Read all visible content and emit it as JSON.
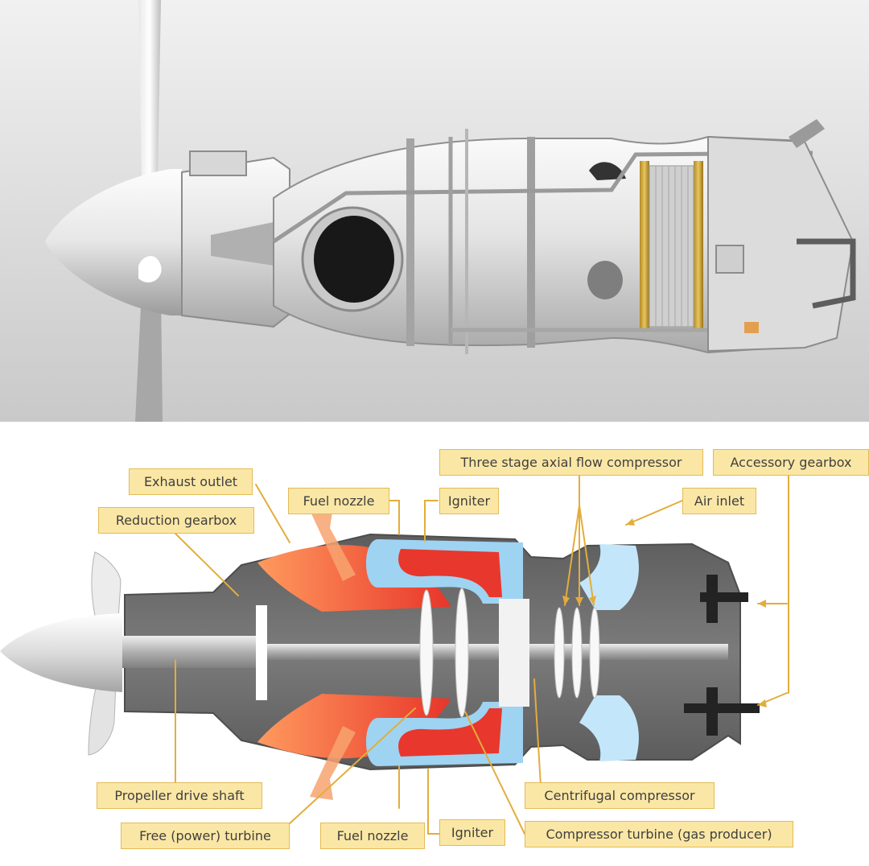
{
  "labels": {
    "exhaust_outlet": "Exhaust outlet",
    "reduction_gearbox": "Reduction gearbox",
    "fuel_nozzle_top": "Fuel nozzle",
    "igniter_top": "Igniter",
    "three_stage_compressor": "Three stage axial flow compressor",
    "accessory_gearbox": "Accessory gearbox",
    "air_inlet": "Air inlet",
    "propeller_drive_shaft": "Propeller drive shaft",
    "free_power_turbine": "Free (power) turbine",
    "fuel_nozzle_bottom": "Fuel nozzle",
    "igniter_bottom": "Igniter",
    "centrifugal_compressor": "Centrifugal compressor",
    "compressor_turbine": "Compressor turbine (gas producer)"
  },
  "colors": {
    "callout_fill": "#fbe7a5",
    "callout_border": "#e2bb55",
    "leader_line": "#e3ad3c",
    "hot_gas": "#ef5a32",
    "cool_air": "#a9d8f5",
    "casing": "#6f6f6f"
  }
}
